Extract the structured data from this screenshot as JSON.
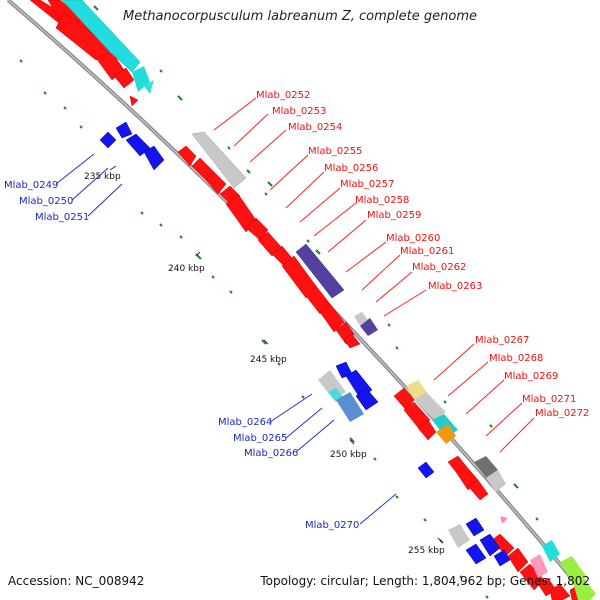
{
  "title": "Methanocorpusculum labreanum Z, complete genome",
  "footer": {
    "accession": "Accession: NC_008942",
    "topology": "Topology: circular; Length: 1,804,962 bp; Genes: 1,802"
  },
  "colors": {
    "forward_gene": "#ff0000",
    "reverse_gene": "#0000ff",
    "forward_label": "#ee1111",
    "reverse_label": "#1a2abb",
    "backbone": "#9a9a9a",
    "gc_tick": "#1a8a1a"
  },
  "scale_labels": [
    "235 kbp",
    "240 kbp",
    "245 kbp",
    "250 kbp",
    "255 kbp"
  ],
  "forward_labels": [
    "Mlab_0252",
    "Mlab_0253",
    "Mlab_0254",
    "Mlab_0255",
    "Mlab_0256",
    "Mlab_0257",
    "Mlab_0258",
    "Mlab_0259",
    "Mlab_0260",
    "Mlab_0261",
    "Mlab_0262",
    "Mlab_0263",
    "Mlab_0267",
    "Mlab_0268",
    "Mlab_0269",
    "Mlab_0271",
    "Mlab_0272"
  ],
  "reverse_labels": [
    "Mlab_0249",
    "Mlab_0250",
    "Mlab_0251",
    "Mlab_0264",
    "Mlab_0265",
    "Mlab_0266",
    "Mlab_0270"
  ]
}
